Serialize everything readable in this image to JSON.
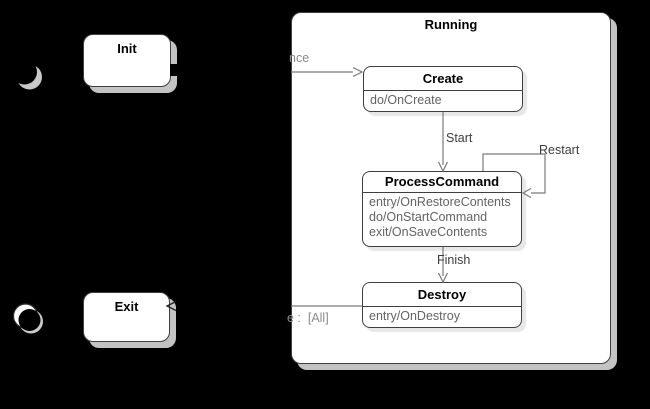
{
  "diagram": {
    "states": {
      "init": {
        "label": "Init"
      },
      "exit": {
        "label": "Exit"
      },
      "running": {
        "label": "Running",
        "children": {
          "create": {
            "label": "Create",
            "actions": [
              "do/OnCreate"
            ]
          },
          "process_command": {
            "label": "ProcessCommand",
            "actions": [
              "entry/OnRestoreContents",
              "do/OnStartCommand",
              "exit/OnSaveContents"
            ]
          },
          "destroy": {
            "label": "Destroy",
            "actions": [
              "entry/OnDestroy"
            ]
          }
        }
      }
    },
    "transitions": {
      "init_to_create": {
        "label_visible": "nce"
      },
      "create_to_process": {
        "label": "Start"
      },
      "process_self": {
        "label": "Restart"
      },
      "process_to_destroy": {
        "label": "Finish"
      },
      "destroy_to_exit": {
        "label_visible": "e :  [All]"
      }
    },
    "markers": {
      "initial": "initial-state-marker",
      "final": "final-state-marker"
    }
  },
  "colors": {
    "bg": "#000000",
    "state_fill": "#ffffff",
    "border": "#3f3f3f",
    "line": "#7a7a7a",
    "title_text": "#000000",
    "body_text": "#636363",
    "label_dark": "#3d3d3d",
    "label_gray": "#8a8a8a",
    "shadow_outer": "#c3c3c3",
    "shadow_inner": "#e7e7e7"
  }
}
